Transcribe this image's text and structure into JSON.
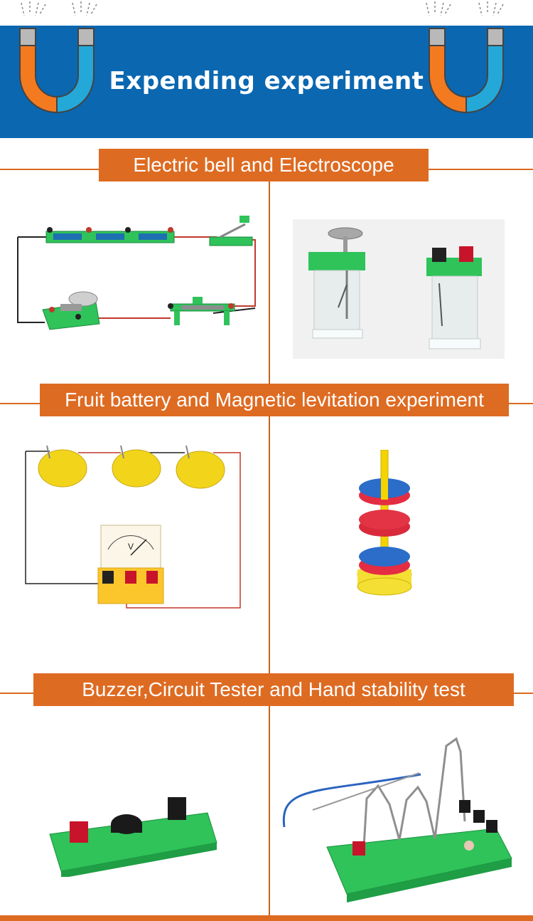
{
  "header": {
    "title": "Expending experiment",
    "background_color": "#0b67b0",
    "magnet_colors": {
      "left_arm": "#f47a20",
      "right_arm": "#23a8d8",
      "pole": "#b9b9b9"
    }
  },
  "sections": [
    {
      "banner": "Electric bell and Electroscope",
      "left_image": "electric-bell-circuit",
      "right_image": "electroscopes"
    },
    {
      "banner": "Fruit battery and Magnetic levitation experiment",
      "left_image": "fruit-battery-voltmeter",
      "right_image": "magnetic-levitation-tower"
    },
    {
      "banner": "Buzzer,Circuit Tester and Hand stability test",
      "left_image": "buzzer-board",
      "right_image": "hand-stability-tester"
    }
  ],
  "voltmeter_label": "V",
  "accent_color": "#de6b22"
}
